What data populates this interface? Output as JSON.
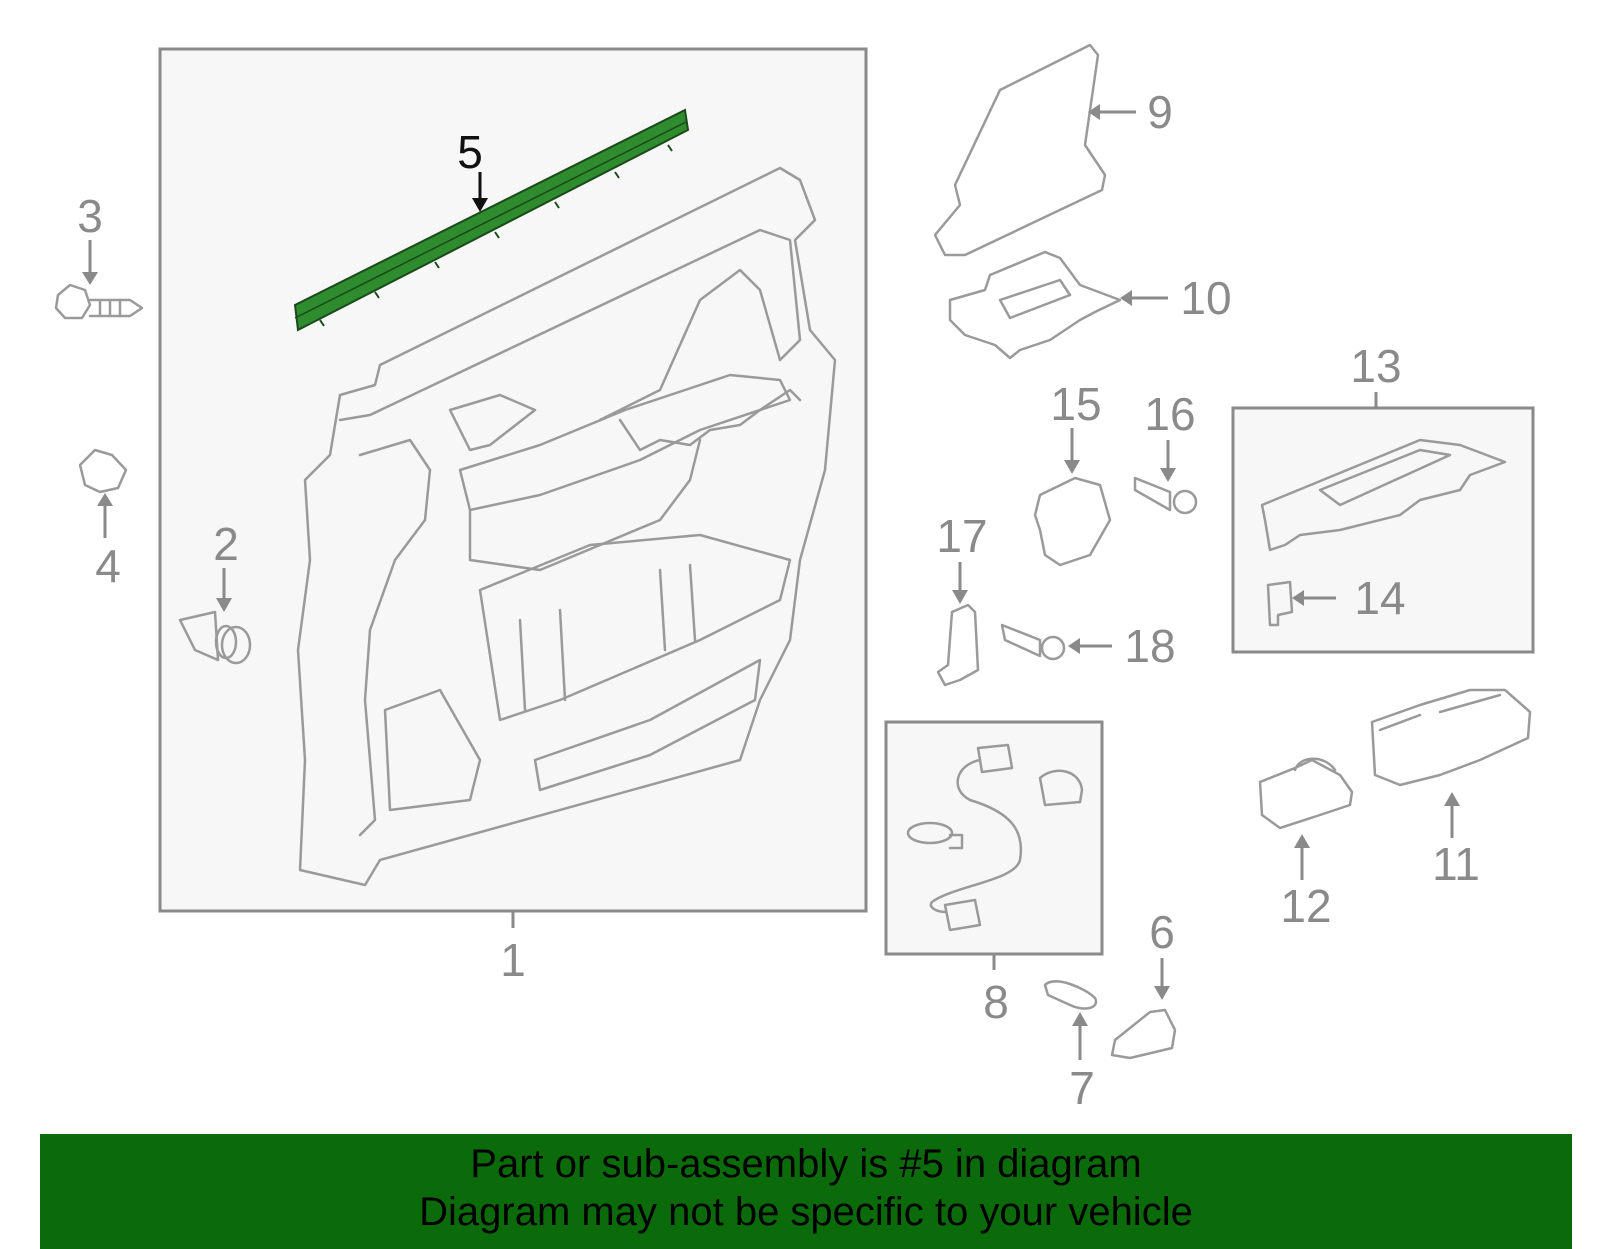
{
  "diagram": {
    "callouts": {
      "c1": "1",
      "c2": "2",
      "c3": "3",
      "c4": "4",
      "c5": "5",
      "c6": "6",
      "c7": "7",
      "c8": "8",
      "c9": "9",
      "c10": "10",
      "c11": "11",
      "c12": "12",
      "c13": "13",
      "c14": "14",
      "c15": "15",
      "c16": "16",
      "c17": "17",
      "c18": "18"
    },
    "highlighted_part": "5",
    "colors": {
      "highlight": "#2e8b2e",
      "banner": "#0b6b0b",
      "line": "#9a9a9a"
    }
  },
  "banner": {
    "line1": "Part or sub-assembly is #5 in diagram",
    "line2": "Diagram may not be specific to your vehicle"
  }
}
